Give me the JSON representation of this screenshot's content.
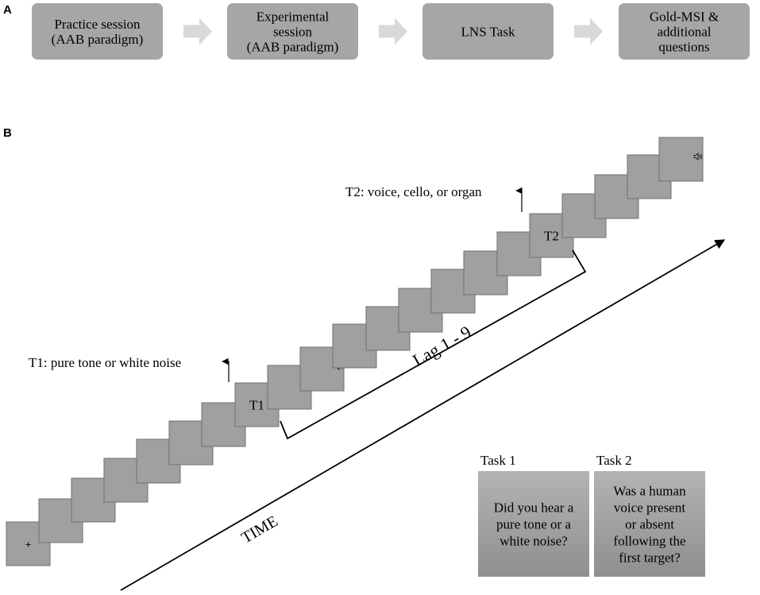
{
  "panel_a": {
    "label": "A",
    "steps": [
      {
        "lines": [
          "Practice session",
          "(AAB paradigm)"
        ]
      },
      {
        "lines": [
          "Experimental",
          "session",
          "(AAB paradigm)"
        ]
      },
      {
        "lines": [
          "LNS Task"
        ]
      },
      {
        "lines": [
          "Gold-MSI &",
          "additional",
          "questions"
        ]
      }
    ]
  },
  "panel_b": {
    "label": "B",
    "fixation": "+",
    "t1_box": "T1",
    "t2_box": "T2",
    "t1_annotation": "T1: pure tone or white noise",
    "t2_annotation": "T2: voice, cello, or organ",
    "lag_label": "Lag 1 - 9",
    "time_label": "TIME",
    "speaker_icon": "speaker-icon",
    "tasks": [
      {
        "title": "Task 1",
        "lines": [
          "Did you hear a",
          "pure tone or a",
          "white noise?"
        ]
      },
      {
        "title": "Task 2",
        "lines": [
          "Was a human",
          "voice present",
          "or absent",
          "following the",
          "first target?"
        ]
      }
    ]
  },
  "colors": {
    "step_box": "#a6a6a6",
    "step_arrow": "#d9d9d9",
    "frame": "#a0a0a0",
    "task_gradient_top": "#b3b3b3",
    "task_gradient_bottom": "#8f8f8f",
    "ink": "#000000"
  }
}
